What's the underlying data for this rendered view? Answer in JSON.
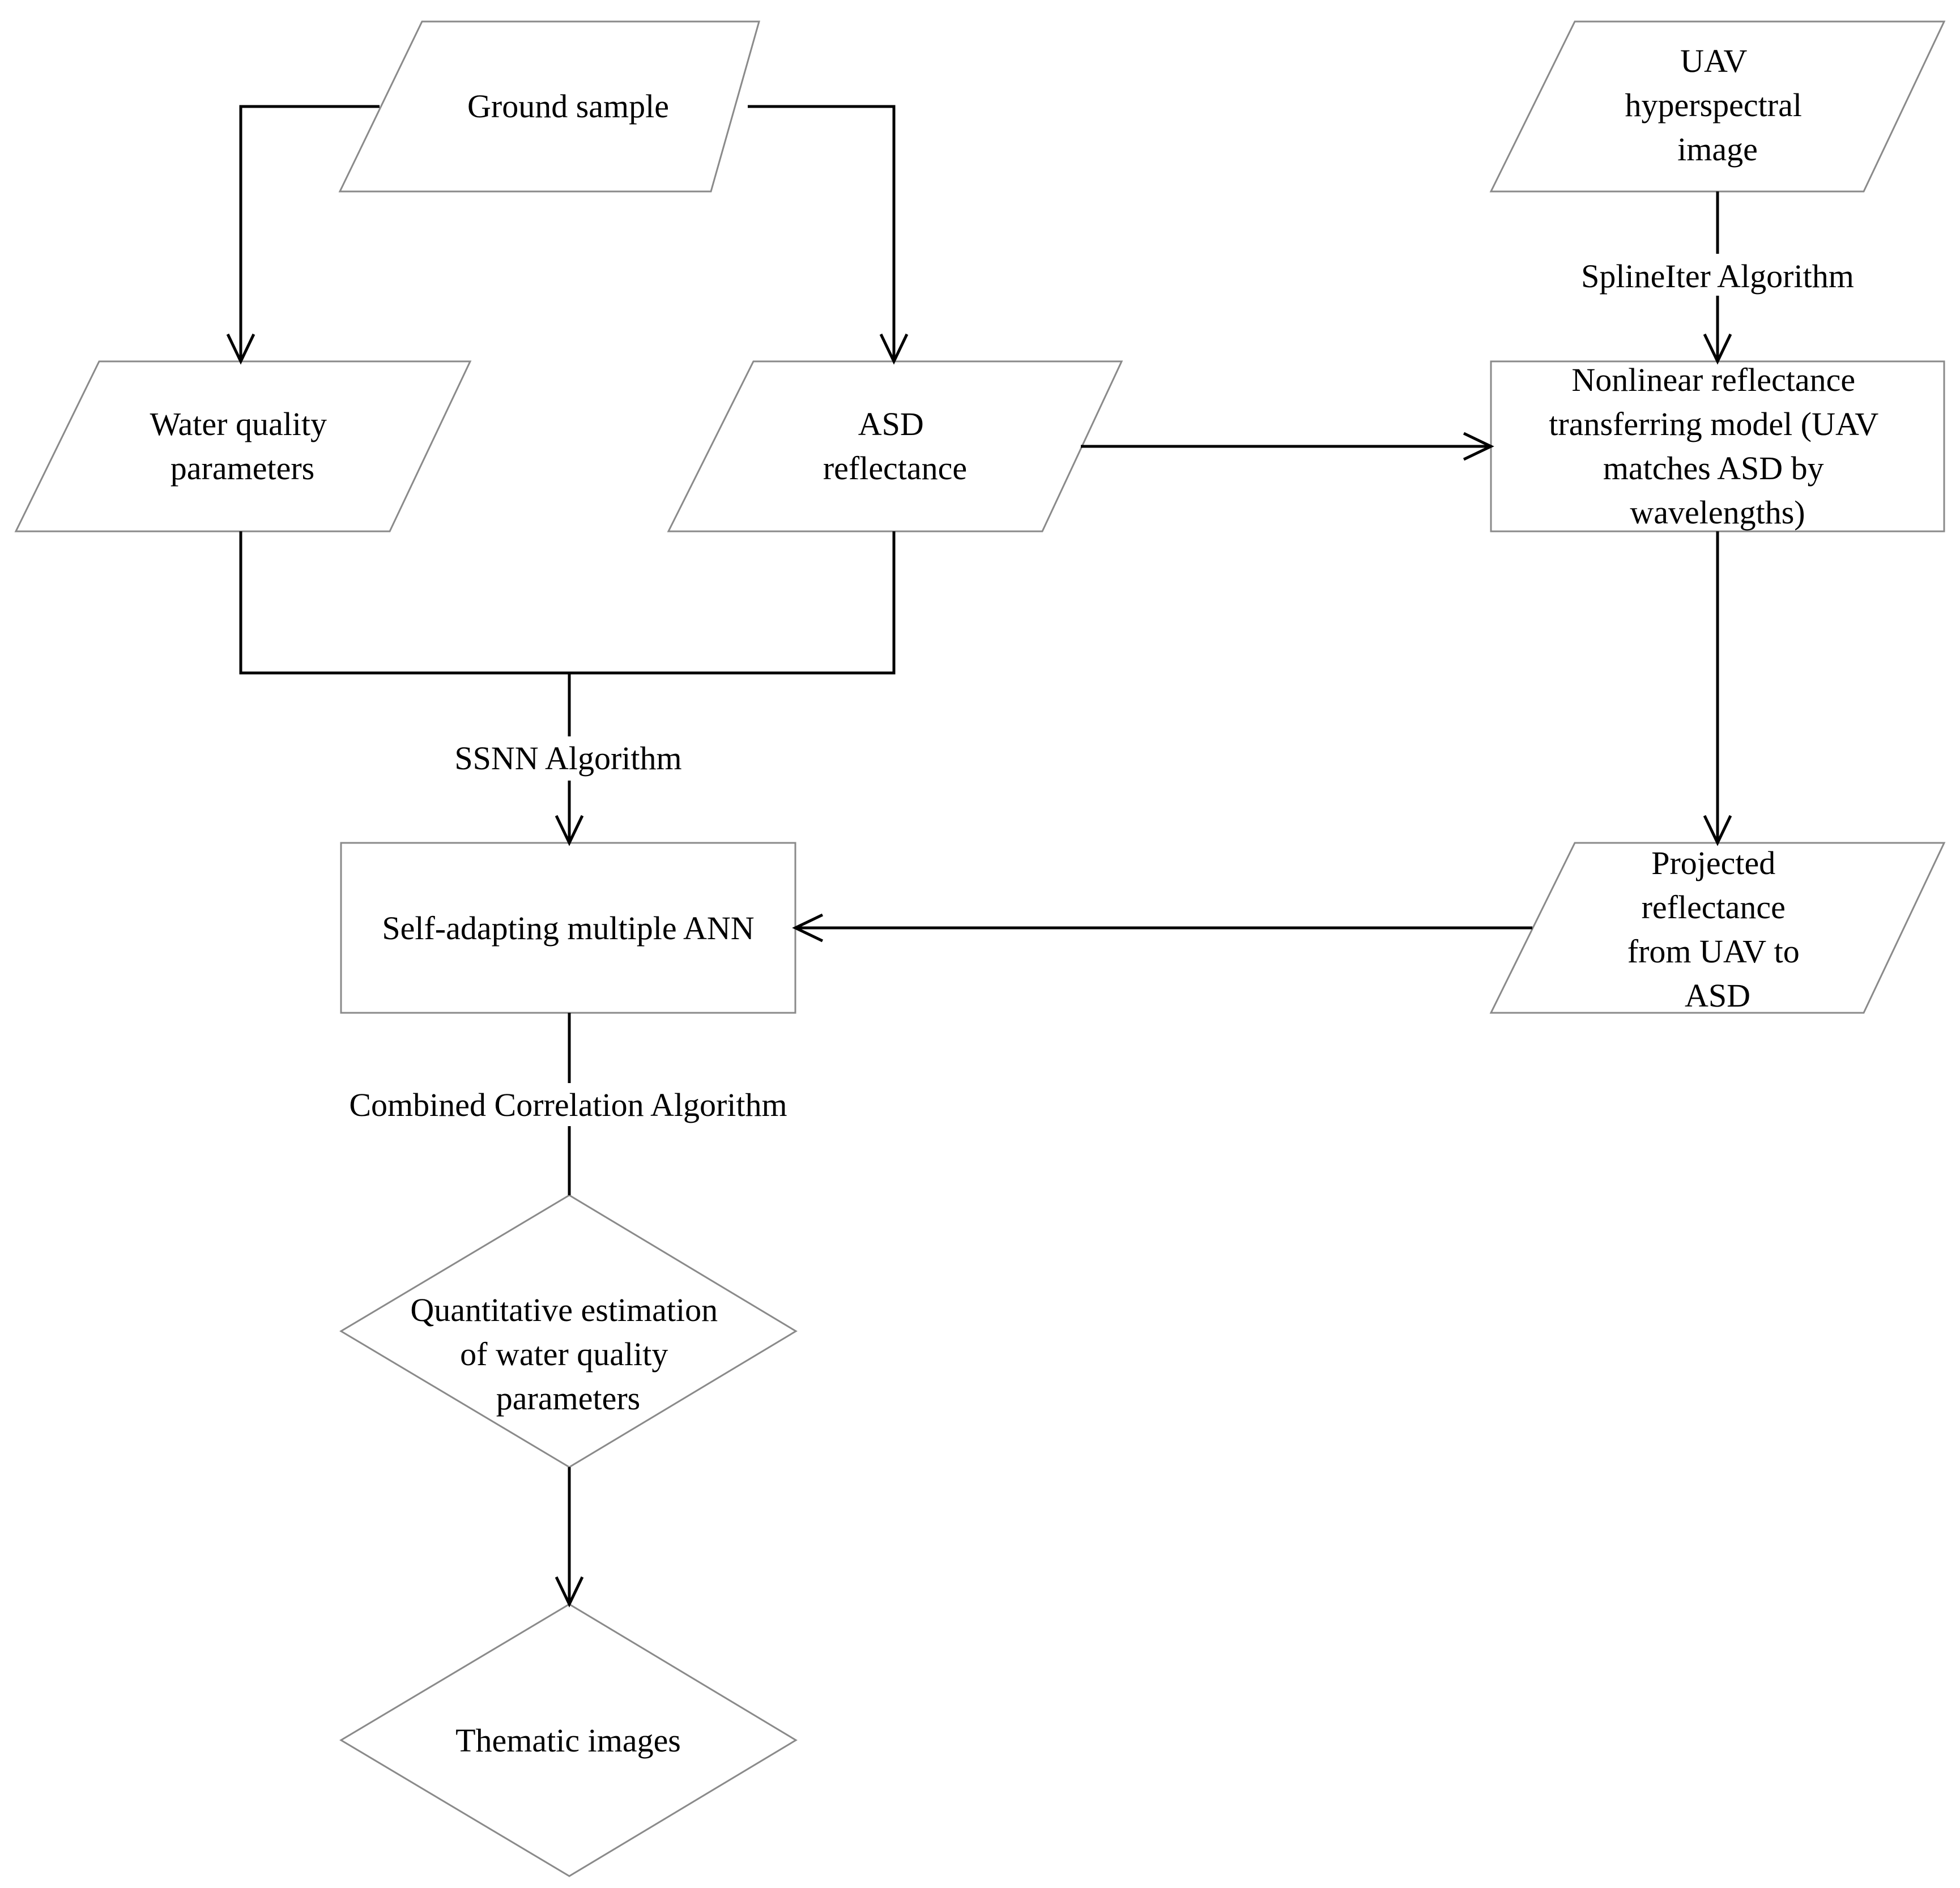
{
  "nodes": {
    "ground_sample": [
      "Ground sample"
    ],
    "uav_image": [
      "UAV",
      "hyperspectral",
      "image"
    ],
    "water_quality_params": [
      "Water quality",
      "parameters"
    ],
    "asd_reflectance": [
      "ASD",
      "reflectance"
    ],
    "nonlinear_model": [
      "Nonlinear reflectance",
      "transferring model (UAV",
      "matches ASD by",
      "wavelengths)"
    ],
    "self_adapting_ann": [
      "Self-adapting multiple ANN"
    ],
    "projected_reflectance": [
      "Projected",
      "reflectance",
      "from UAV to",
      "ASD"
    ],
    "quantitative_estimation": [
      "Quantitative estimation",
      "of water quality",
      "parameters"
    ],
    "thematic_images": [
      "Thematic images"
    ]
  },
  "edge_labels": {
    "splineiter": "SplineIter Algorithm",
    "ssnn": "SSNN Algorithm",
    "combined_correlation": "Combined Correlation Algorithm"
  },
  "colors": {
    "line": "#000000",
    "shape_border": "#8a8a8a",
    "background": "#ffffff"
  }
}
